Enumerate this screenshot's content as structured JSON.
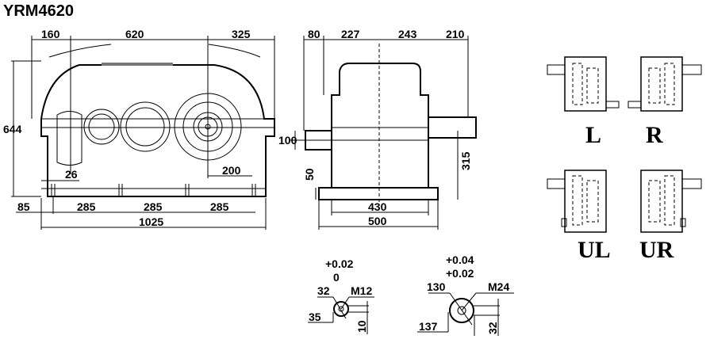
{
  "title": "YRM4620",
  "front_view": {
    "top_dims": [
      "160",
      "620",
      "325"
    ],
    "height": "644",
    "dim_26": "26",
    "dim_200": "200",
    "bottom_dims": [
      "85",
      "285",
      "285",
      "285"
    ],
    "overall_length": "1025"
  },
  "side_view": {
    "top_dims": [
      "80",
      "227",
      "243",
      "210"
    ],
    "shaft_dia": "100",
    "base_height": "50",
    "shaft_height": "315",
    "base_inner": "430",
    "base_outer": "500"
  },
  "shaft_details": {
    "small": {
      "tol_upper": "+0.02",
      "tol_lower": "0",
      "dia": "32",
      "thread": "M12",
      "key_depth": "35",
      "key_width": "10"
    },
    "large": {
      "tol_upper": "+0.04",
      "tol_lower": "+0.02",
      "dia": "130",
      "thread": "M24",
      "key_depth": "137",
      "key_width": "32"
    }
  },
  "mounting_arrangements": [
    "L",
    "R",
    "UL",
    "UR"
  ]
}
